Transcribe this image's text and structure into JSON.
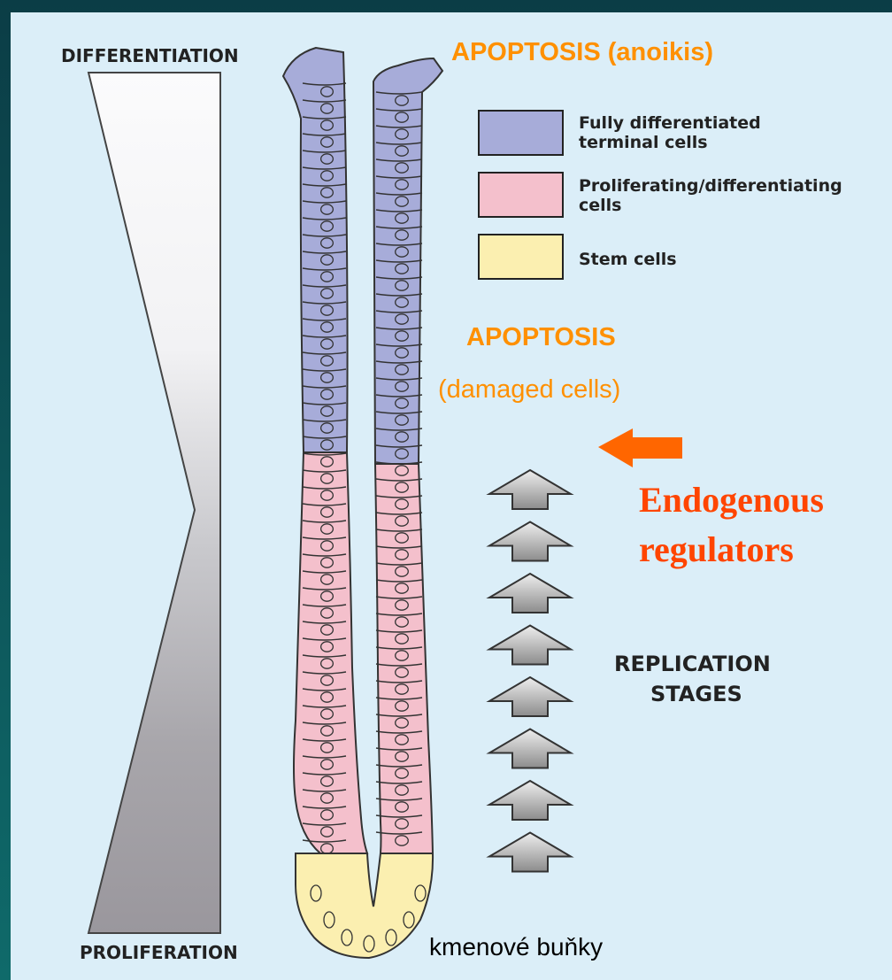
{
  "labels": {
    "differentiation": "DIFFERENTIATION",
    "proliferation": "PROLIFERATION",
    "apoptosis_anoikis": "APOPTOSIS (anoikis)",
    "apoptosis": "APOPTOSIS",
    "damaged_cells": "(damaged cells)",
    "endogenous": "Endogenous",
    "regulators": "regulators",
    "replication": "REPLICATION",
    "stages": "STAGES",
    "stem_cells_czech": "kmenové buňky"
  },
  "legend": [
    {
      "label_line1": "Fully differentiated",
      "label_line2": "terminal cells",
      "color": "#a7acd9"
    },
    {
      "label_line1": "Proliferating/differentiating",
      "label_line2": "cells",
      "color": "#f4c0cc"
    },
    {
      "label_line1": "Stem cells",
      "label_line2": "",
      "color": "#fbefb0"
    }
  ],
  "colors": {
    "background": "#dbeef8",
    "frame": "#0f5f60",
    "differentiated": "#a7acd9",
    "proliferating": "#f4c0cc",
    "stem": "#fbefb0",
    "arrow_orange": "#ff6600",
    "accent_orange": "#ff9000",
    "accent_red": "#ff4500"
  },
  "icons": {
    "replication_arrow": "up-arrow-icon",
    "regulator_arrow": "left-arrow-icon"
  },
  "replication_stage_count": 8
}
